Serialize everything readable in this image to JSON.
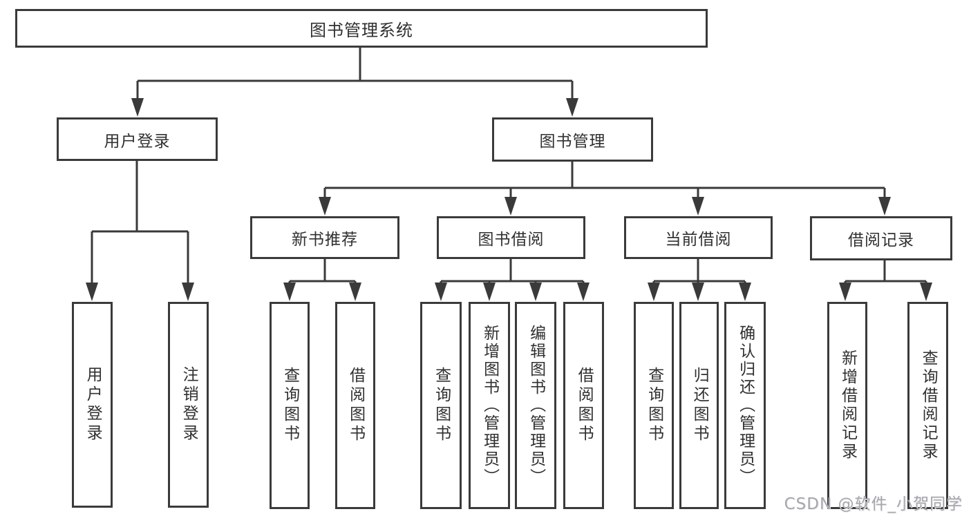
{
  "diagram_type": "tree",
  "tree": {
    "root": {
      "label": "图书管理系统",
      "children": [
        {
          "label": "用户登录",
          "children": [
            {
              "label": "用户登录"
            },
            {
              "label": "注销登录"
            }
          ]
        },
        {
          "label": "图书管理",
          "children": [
            {
              "label": "新书推荐",
              "children": [
                {
                  "label": "查询图书"
                },
                {
                  "label": "借阅图书"
                }
              ]
            },
            {
              "label": "图书借阅",
              "children": [
                {
                  "label": "查询图书"
                },
                {
                  "label": "新增图书（管理员）"
                },
                {
                  "label": "编辑图书（管理员）"
                },
                {
                  "label": "借阅图书"
                }
              ]
            },
            {
              "label": "当前借阅",
              "children": [
                {
                  "label": "查询图书"
                },
                {
                  "label": "归还图书"
                },
                {
                  "label": "确认归还（管理员）"
                }
              ]
            },
            {
              "label": "借阅记录",
              "children": [
                {
                  "label": "新增借阅记录"
                },
                {
                  "label": "查询借阅记录"
                }
              ]
            }
          ]
        }
      ]
    }
  },
  "watermark": {
    "text": "CSDN @软件_小贺同学"
  },
  "colors": {
    "line": "#3a3a3a",
    "text": "#303030",
    "watermark": "#a6a6ac",
    "background": "#ffffff"
  }
}
